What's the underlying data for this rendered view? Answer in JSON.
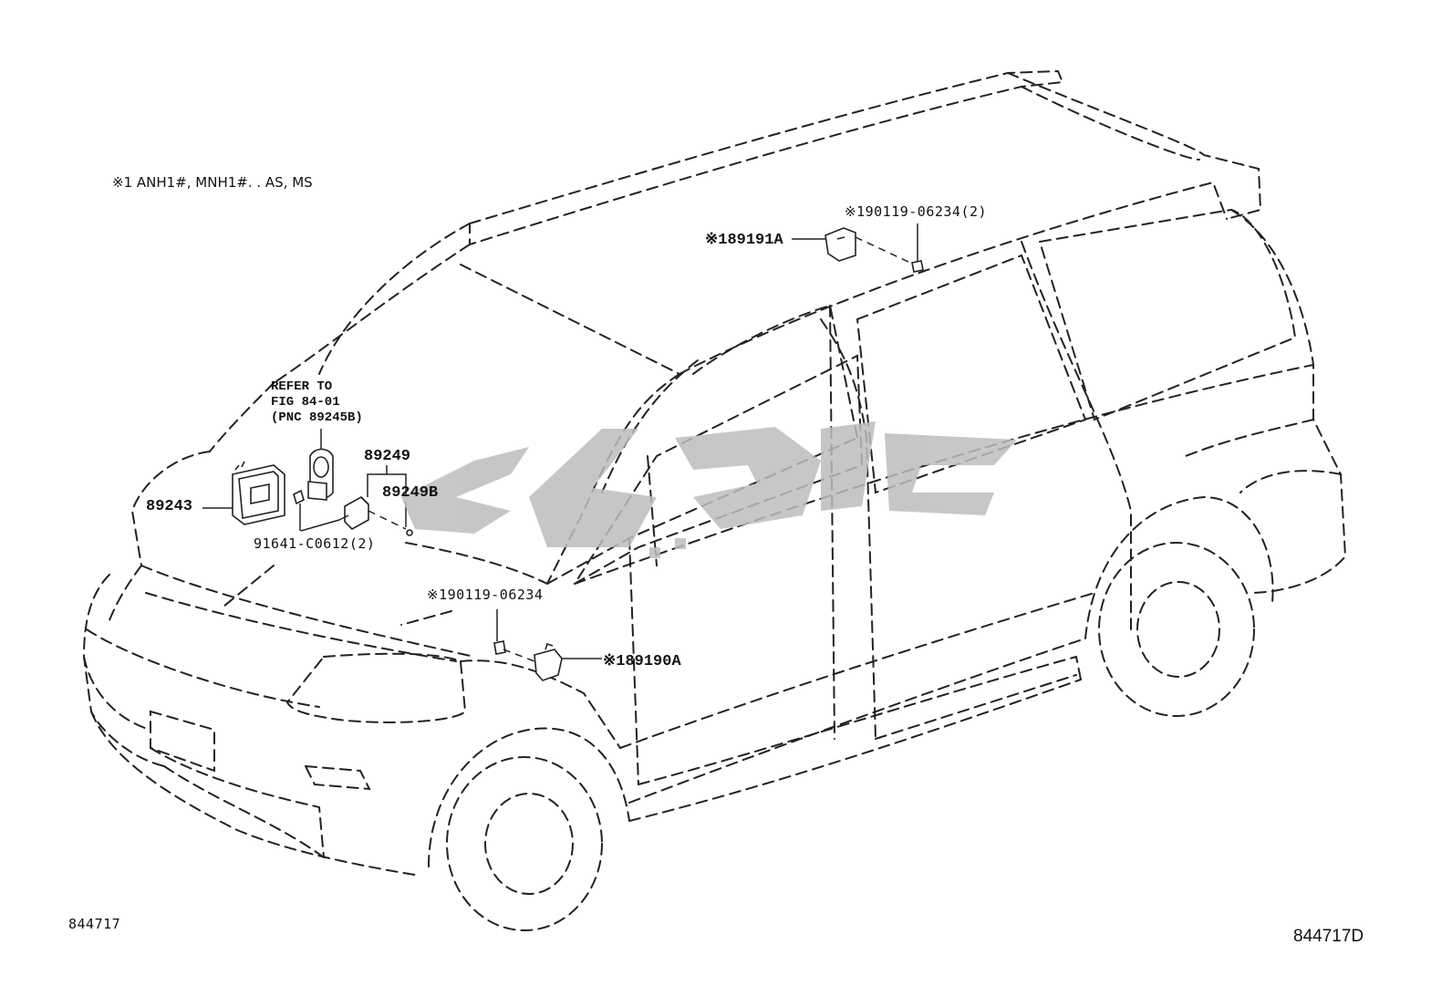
{
  "footnote": "※1  ANH1#, MNH1#. . AS, MS",
  "refer_note": {
    "line1": "REFER TO",
    "line2": "FIG 84-01",
    "line3": "(PNC 89245B)"
  },
  "parts": {
    "p89243": "89243",
    "p89249": "89249",
    "p89249b": "89249B",
    "bolt_91641": "91641-C0612(2)",
    "bolt_90119_front": "※190119-06234",
    "sensor_89190a": "※189190A",
    "bolt_90119_rear": "※190119-06234(2)",
    "sensor_89191a": "※189191A"
  },
  "figure_number": "844717",
  "figure_code": "844717D",
  "colors": {
    "line": "#222222",
    "watermark": "#bdbdbd",
    "background": "#ffffff"
  }
}
